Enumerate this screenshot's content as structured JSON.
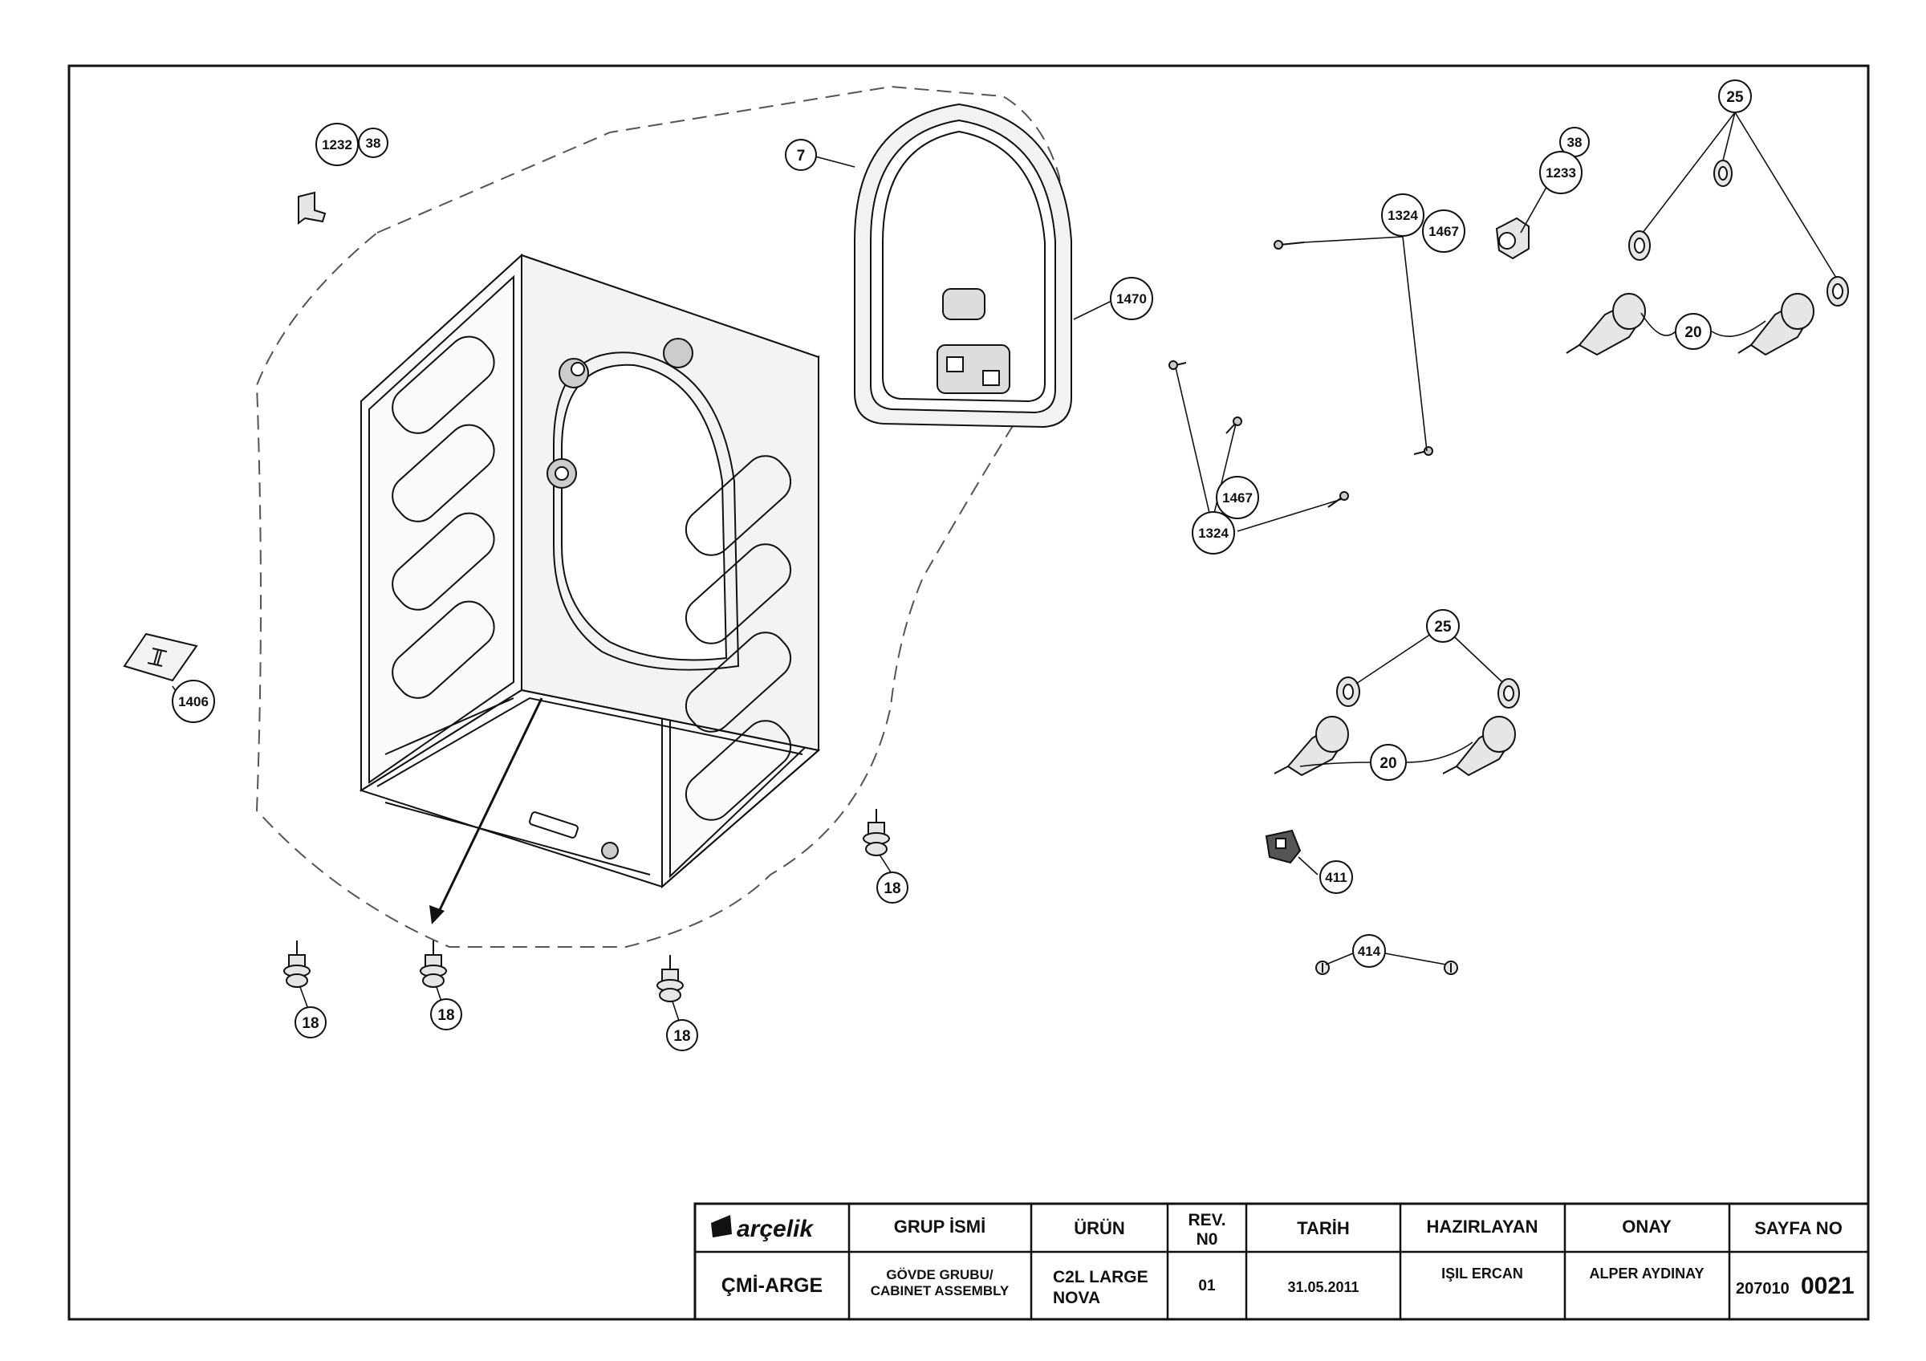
{
  "callouts": {
    "c1232": "1232",
    "c38a": "38",
    "c7": "7",
    "c1470": "1470",
    "c1324a": "1324",
    "c1467a": "1467",
    "c38b": "38",
    "c1233": "1233",
    "c25a": "25",
    "c20a": "20",
    "c1467b": "1467",
    "c1324b": "1324",
    "c1406": "1406",
    "c25b": "25",
    "c20b": "20",
    "c411": "411",
    "c414": "414",
    "c18a": "18",
    "c18b": "18",
    "c18c": "18",
    "c18d": "18"
  },
  "title_block": {
    "brand": "arçelik",
    "headers": {
      "group_name": "GRUP İSMİ",
      "product": "ÜRÜN",
      "rev_line1": "REV.",
      "rev_line2": "N0",
      "date": "TARİH",
      "prepared_by": "HAZIRLAYAN",
      "approval": "ONAY",
      "page_no": "SAYFA NO"
    },
    "values": {
      "department": "ÇMİ-ARGE",
      "group_name_line1": "GÖVDE GRUBU/",
      "group_name_line2": "CABINET ASSEMBLY",
      "product_line1": "C2L LARGE",
      "product_line2": "NOVA",
      "rev": "01",
      "date": "31.05.2011",
      "prepared_by": "IŞIL ERCAN",
      "approval": "ALPER AYDINAY",
      "page_prefix": "207010",
      "page_number": "0021"
    }
  },
  "colors": {
    "line": "#111111",
    "paper": "#ffffff",
    "part_fill": "#e6e6e6"
  }
}
